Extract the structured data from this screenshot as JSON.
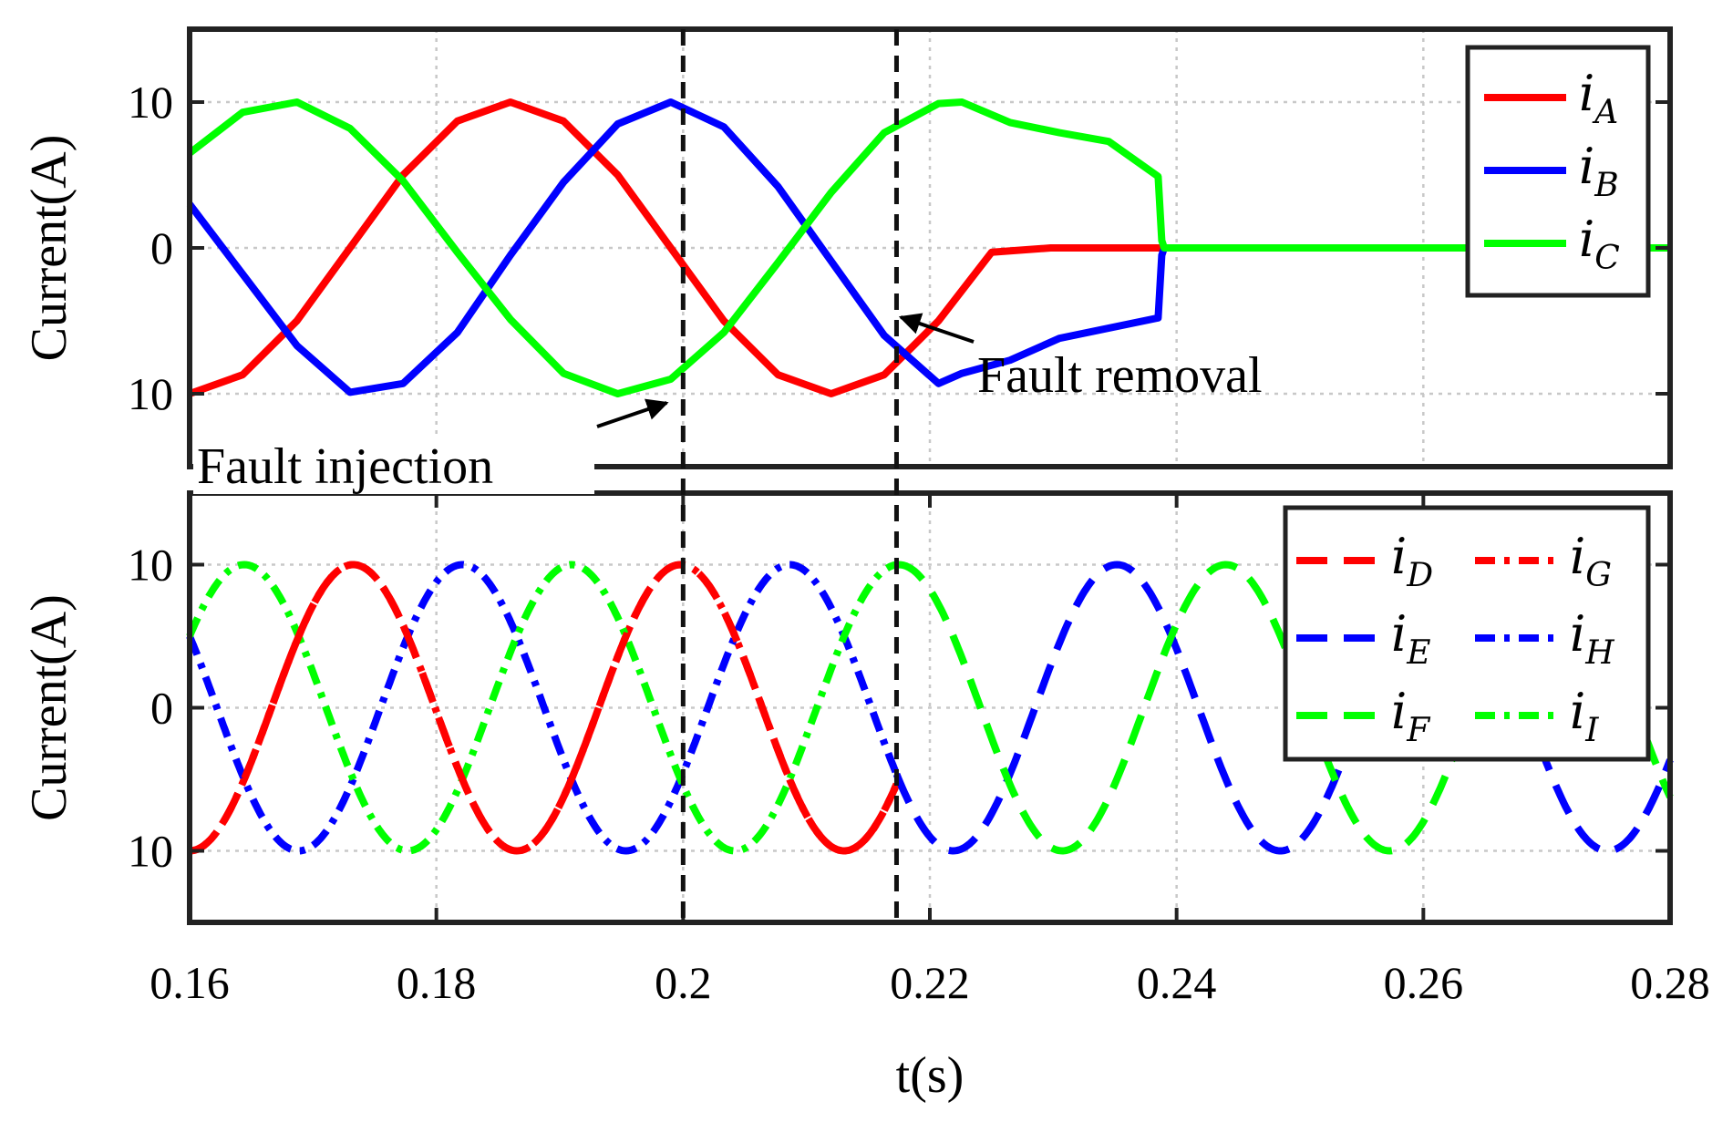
{
  "chart_data": [
    {
      "type": "line",
      "panel": "top",
      "ylabel": "Current(A)",
      "xlabel": "",
      "xlim": [
        0.16,
        0.28
      ],
      "ylim": [
        -15,
        15
      ],
      "y_ticks": [
        10,
        0,
        -10
      ],
      "y_tick_labels": [
        "10",
        "0",
        "10"
      ],
      "grid": true,
      "legend_position": "top-right",
      "series": [
        {
          "name": "iA",
          "symbol": "i",
          "sub": "A",
          "color": "#ff0000",
          "dash": "solid",
          "points": [
            [
              0.16,
              -10
            ],
            [
              0.1643,
              -8.7
            ],
            [
              0.1687,
              -5.0
            ],
            [
              0.173,
              0
            ],
            [
              0.1773,
              5.0
            ],
            [
              0.1817,
              8.7
            ],
            [
              0.186,
              10
            ],
            [
              0.1903,
              8.7
            ],
            [
              0.1947,
              5.0
            ],
            [
              0.199,
              0
            ],
            [
              0.2033,
              -5.0
            ],
            [
              0.2077,
              -8.7
            ],
            [
              0.212,
              -10
            ],
            [
              0.2163,
              -8.7
            ],
            [
              0.2207,
              -5.0
            ],
            [
              0.225,
              -0.3
            ],
            [
              0.2298,
              0
            ],
            [
              0.2385,
              0
            ],
            [
              0.28,
              0
            ]
          ]
        },
        {
          "name": "iB",
          "symbol": "i",
          "sub": "B",
          "color": "#0000ff",
          "dash": "solid",
          "points": [
            [
              0.16,
              3.0
            ],
            [
              0.1643,
              -1.8
            ],
            [
              0.1687,
              -6.7
            ],
            [
              0.173,
              -9.9
            ],
            [
              0.1773,
              -9.3
            ],
            [
              0.1817,
              -5.8
            ],
            [
              0.186,
              -0.5
            ],
            [
              0.1903,
              4.5
            ],
            [
              0.1947,
              8.5
            ],
            [
              0.199,
              10
            ],
            [
              0.2033,
              8.3
            ],
            [
              0.2077,
              4.2
            ],
            [
              0.212,
              -0.9
            ],
            [
              0.2163,
              -6.0
            ],
            [
              0.2207,
              -9.3
            ],
            [
              0.2226,
              -8.6
            ],
            [
              0.2265,
              -7.7
            ],
            [
              0.2305,
              -6.2
            ],
            [
              0.2385,
              -4.8
            ],
            [
              0.2388,
              -0.5
            ],
            [
              0.239,
              0
            ],
            [
              0.28,
              0
            ]
          ]
        },
        {
          "name": "iC",
          "symbol": "i",
          "sub": "C",
          "color": "#00ff00",
          "dash": "solid",
          "points": [
            [
              0.16,
              6.5
            ],
            [
              0.1643,
              9.3
            ],
            [
              0.1687,
              10
            ],
            [
              0.173,
              8.2
            ],
            [
              0.1773,
              4.6
            ],
            [
              0.1817,
              -0.3
            ],
            [
              0.186,
              -4.9
            ],
            [
              0.1903,
              -8.6
            ],
            [
              0.1947,
              -10
            ],
            [
              0.199,
              -9.0
            ],
            [
              0.2033,
              -5.8
            ],
            [
              0.2077,
              -1.0
            ],
            [
              0.212,
              3.8
            ],
            [
              0.2163,
              7.9
            ],
            [
              0.2207,
              9.9
            ],
            [
              0.2226,
              10.0
            ],
            [
              0.2265,
              8.6
            ],
            [
              0.2305,
              7.9
            ],
            [
              0.2345,
              7.3
            ],
            [
              0.2385,
              4.9
            ],
            [
              0.2388,
              0.5
            ],
            [
              0.239,
              0
            ],
            [
              0.28,
              0
            ]
          ]
        }
      ],
      "annotations": [
        {
          "text": "Fault removal",
          "arrow_to": [
            0.2172,
            -4.5
          ]
        }
      ]
    },
    {
      "type": "line",
      "panel": "bottom",
      "ylabel": "Current(A)",
      "xlabel": "t(s)",
      "xlim": [
        0.16,
        0.28
      ],
      "ylim": [
        -15,
        15
      ],
      "x_ticks": [
        0.16,
        0.18,
        0.2,
        0.22,
        0.24,
        0.26,
        0.28
      ],
      "x_tick_labels": [
        "0.16",
        "0.18",
        "0.2",
        "0.22",
        "0.24",
        "0.26",
        "0.28"
      ],
      "y_ticks": [
        10,
        0,
        -10
      ],
      "y_tick_labels": [
        "10",
        "0",
        "10"
      ],
      "grid": true,
      "legend_position": "top-right",
      "legend_columns": 2,
      "series": [
        {
          "name": "iD",
          "symbol": "i",
          "sub": "D",
          "color": "#ff0000",
          "dash": "dashed",
          "phase_deg": -90,
          "t_start": 0.16,
          "t_end": 0.2173
        },
        {
          "name": "iE",
          "symbol": "i",
          "sub": "E",
          "color": "#0000ff",
          "dash": "dashed",
          "phase_deg": 150,
          "t_start": 0.2173,
          "t_end": 0.28
        },
        {
          "name": "iF",
          "symbol": "i",
          "sub": "F",
          "color": "#00ff00",
          "dash": "dashed",
          "phase_deg": 30,
          "t_start": 0.2173,
          "t_end": 0.28
        },
        {
          "name": "iG",
          "symbol": "i",
          "sub": "G",
          "color": "#ff0000",
          "dash": "dashdot",
          "phase_deg": -90,
          "t_start": 0.16,
          "t_end": 0.2173
        },
        {
          "name": "iH",
          "symbol": "i",
          "sub": "H",
          "color": "#0000ff",
          "dash": "dashdot",
          "phase_deg": 150,
          "t_start": 0.16,
          "t_end": 0.2173
        },
        {
          "name": "iI",
          "symbol": "i",
          "sub": "I",
          "color": "#00ff00",
          "dash": "dashdot",
          "phase_deg": 30,
          "t_start": 0.16,
          "t_end": 0.2173
        }
      ],
      "waveform": {
        "amplitude": 10,
        "frequency_hz": 37.7,
        "phase_reference_t": 0.16
      }
    }
  ],
  "shared": {
    "event_lines_x": [
      0.2,
      0.2173
    ],
    "annotations": [
      {
        "text": "Fault injection",
        "arrow_to": [
          0.2,
          -10.5
        ]
      }
    ]
  }
}
